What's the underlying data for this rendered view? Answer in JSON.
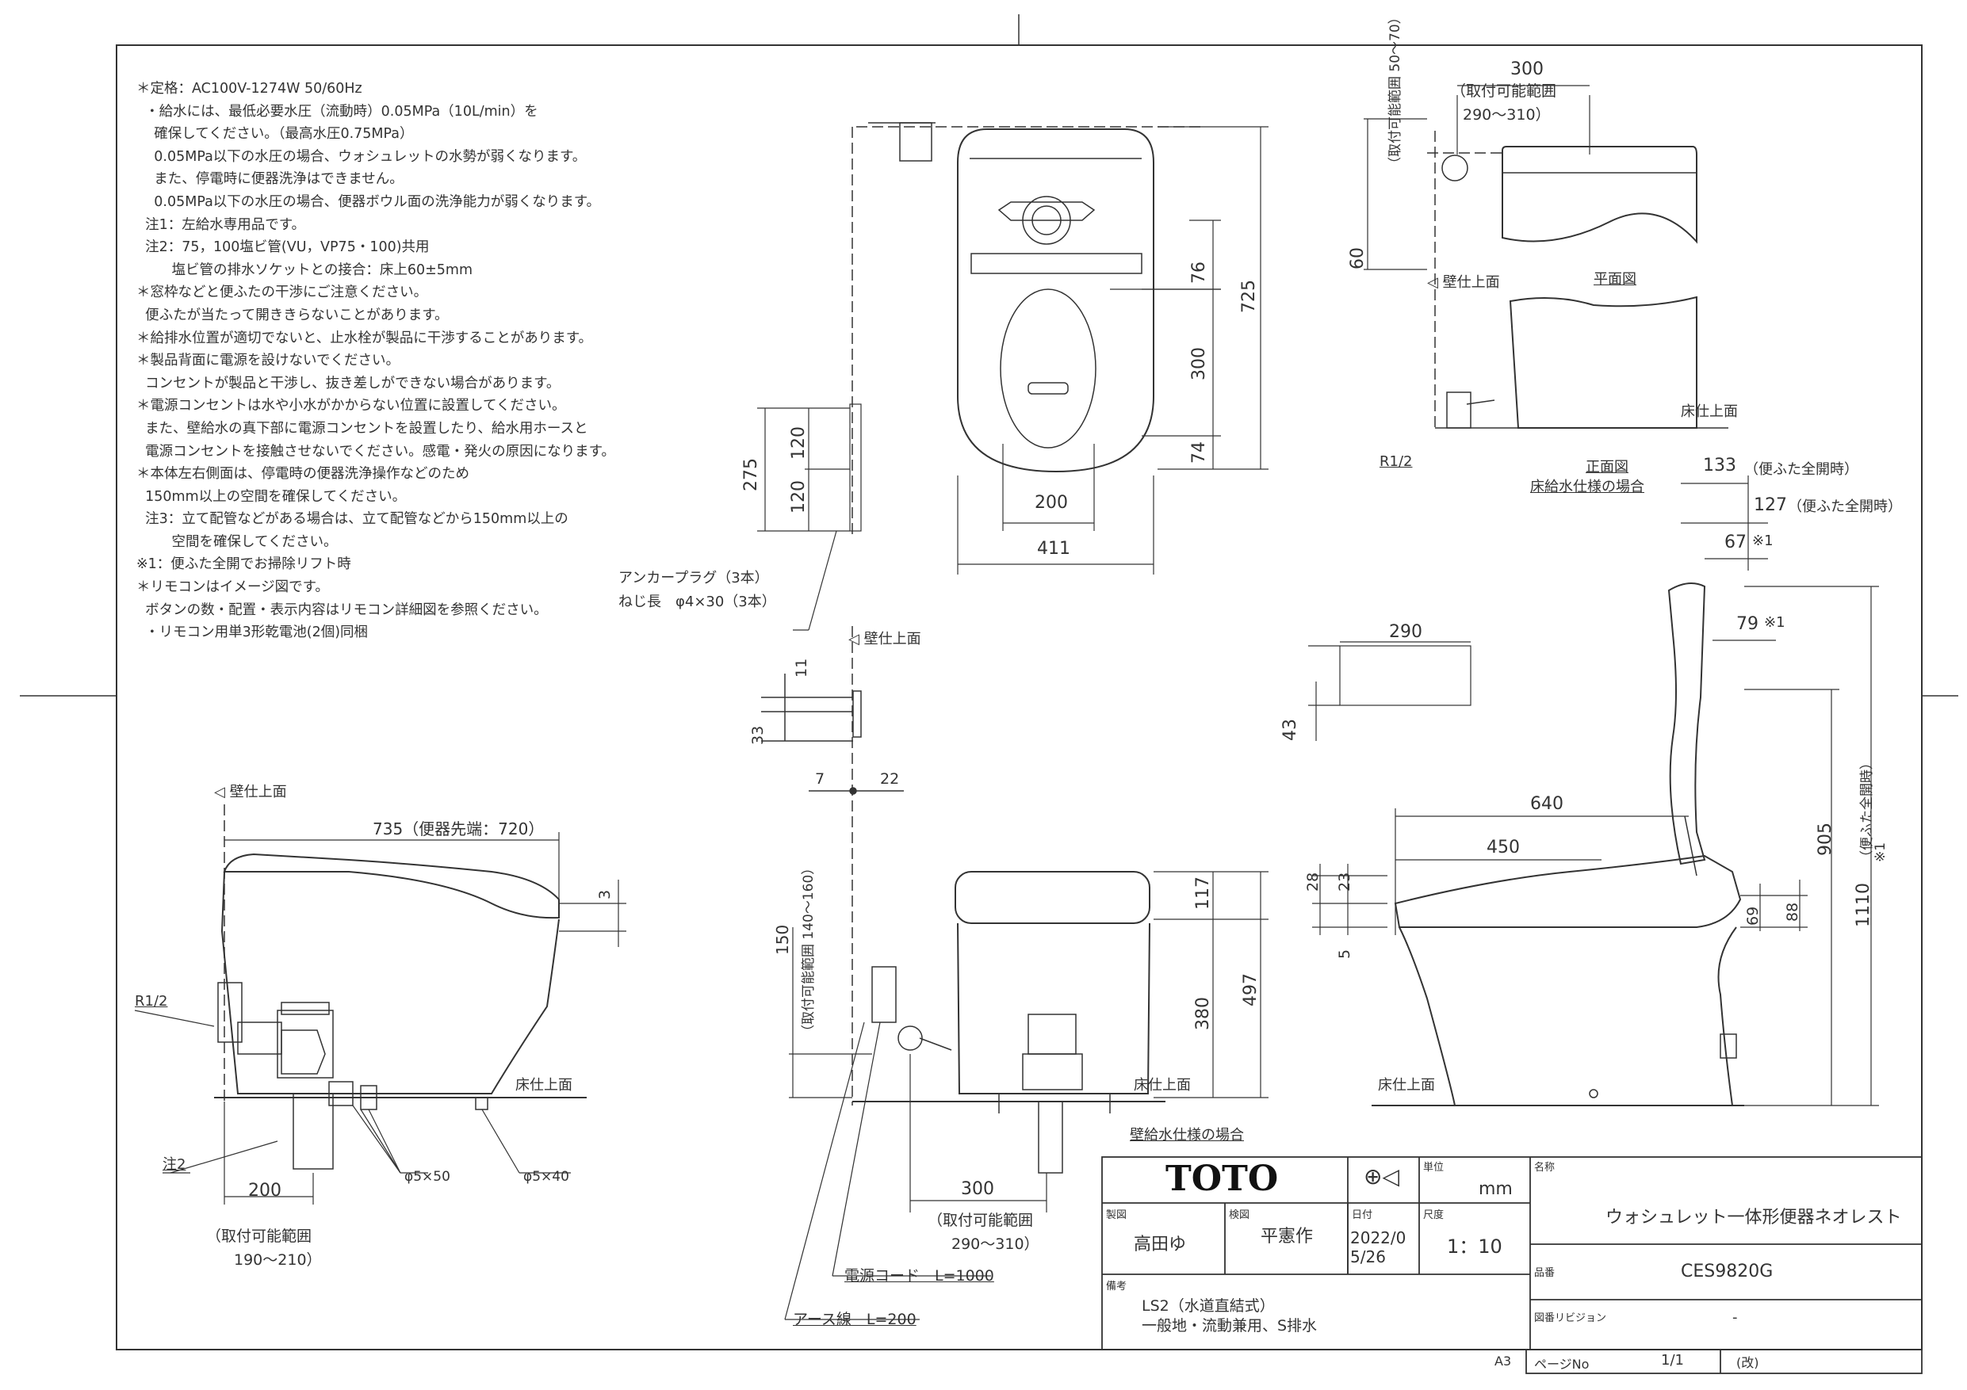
{
  "notes": [
    "＊定格：AC100V-1274W 50/60Hz",
    "  ・給水には、最低必要水圧（流動時）0.05MPa（10L/min）を",
    "    確保してください。（最高水圧0.75MPa）",
    "    0.05MPa以下の水圧の場合、ウォシュレットの水勢が弱くなります。",
    "    また、停電時に便器洗浄はできません。",
    "    0.05MPa以下の水圧の場合、便器ボウル面の洗浄能力が弱くなります。",
    "  注1：左給水専用品です。",
    "  注2：75，100塩ビ管(VU，VP75・100)共用",
    "        塩ビ管の排水ソケットとの接合：床上60±5mm",
    "＊窓枠などと便ふたの干渉にご注意ください。",
    "  便ふたが当たって開ききらないことがあります。",
    "＊給排水位置が適切でないと、止水栓が製品に干渉することがあります。",
    "＊製品背面に電源を設けないでください。",
    "  コンセントが製品と干渉し、抜き差しができない場合があります。",
    "＊電源コンセントは水や小水がかからない位置に設置してください。",
    "  また、壁給水の真下部に電源コンセントを設置したり、給水用ホースと",
    "  電源コンセントを接触させないでください。感電・発火の原因になります。",
    "＊本体左右側面は、停電時の便器洗浄操作などのため",
    "  150mm以上の空間を確保してください。",
    "  注3：立て配管などがある場合は、立て配管などから150mm以上の",
    "        空間を確保してください。",
    "※1：便ふた全開でお掃除リフト時",
    "＊リモコンはイメージ図です。",
    "  ボタンの数・配置・表示内容はリモコン詳細図を参照ください。",
    "  ・リモコン用単3形乾電池(2個)同梱"
  ],
  "labels": {
    "wall_finish": "壁仕上面",
    "floor_finish": "床仕上面",
    "plan_view": "平面図",
    "front_view": "正面図",
    "floor_supply": "床給水仕様の場合",
    "wall_supply": "壁給水仕様の場合",
    "anchor_plug": "アンカープラグ（3本）",
    "screw_length": "ねじ長　φ4×30（3本）",
    "r12": "R1/2",
    "note2": "注2",
    "phi5x50": "φ5×50",
    "phi5x40": "φ5×40",
    "power_cord": "電源コード　L=1000",
    "earth_wire": "アース線　L=200",
    "install_range_300": "（取付可能範囲",
    "range_290_310": "290～310）",
    "range_190_210": "190～210）",
    "range_50_70": "（取付可能範囲 50～70）",
    "range_140_160": "（取付可能範囲 140～160）",
    "lid_open_133": "（便ふた全開時）",
    "lid_open_127": "（便ふた全開時）",
    "lid_open_1110": "（便ふた全開時）",
    "mark1": "※1",
    "toilet_tip": "735（便器先端：720）"
  },
  "dims": {
    "d300_top": "300",
    "d60": "60",
    "d76": "76",
    "d300": "300",
    "d725": "725",
    "d74": "74",
    "d200_top": "200",
    "d411": "411",
    "d275": "275",
    "d120a": "120",
    "d120b": "120",
    "d133": "133",
    "d127": "127",
    "d67": "67",
    "d79": "79",
    "d290": "290",
    "d43": "43",
    "d11": "11",
    "d33": "33",
    "d7": "7",
    "d22": "22",
    "d640": "640",
    "d450": "450",
    "d905": "905",
    "d1110": "1110",
    "d28": "28",
    "d23": "23",
    "d5": "5",
    "d69": "69",
    "d88": "88",
    "d3": "3",
    "d150": "150",
    "d117": "117",
    "d380": "380",
    "d497": "497",
    "d300_bot": "300",
    "d200_bot": "200"
  },
  "title_block": {
    "brand": "TOTO",
    "unit_label": "単位",
    "unit": "mm",
    "name_label": "名称",
    "name": "ウォシュレット一体形便器ネオレスト",
    "drawn_label": "製図",
    "drawn": "高田ゆ",
    "checked_label": "検図",
    "checked": "平憲作",
    "date_label": "日付",
    "date": "2022/05/26",
    "scale_label": "尺度",
    "scale": "1：10",
    "model_label": "品番",
    "model": "CES9820G",
    "remarks_label": "備考",
    "remarks_1": "LS2（水道直結式）",
    "remarks_2": "一般地・流動兼用、S排水",
    "revision_label": "図番リビジョン",
    "revision": "-",
    "page_label": "ページNo",
    "page": "1/1",
    "sheet_size": "A3",
    "version": "(改)"
  }
}
